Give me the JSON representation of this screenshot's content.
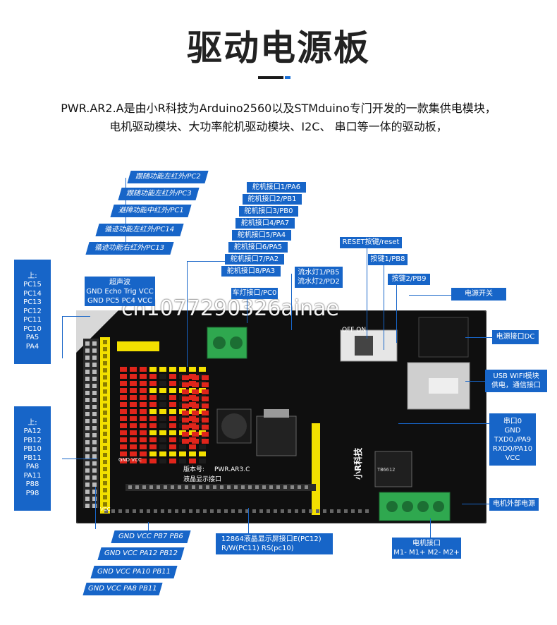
{
  "title": "驱动电源板",
  "description": [
    "PWR.AR2.A是由小R科技为Arduino2560以及STMduino专门开发的一款集供电模块，",
    "电机驱动模块、大功率舵机驱动模块、I2C、 串口等一体的驱动板，"
  ],
  "watermark": "cn1077290326ainae",
  "sensor_labels": [
    "跟随功能左红外/PC2",
    "跟随功能左红外/PC3",
    "避障功能中红外/PC1",
    "循迹功能左红外/PC14",
    "循迹功能右红外/PC13"
  ],
  "servo_labels": [
    "舵机接口1/PA6",
    "舵机接口2/PB1",
    "舵机接口3/PB0",
    "舵机接口4/PA7",
    "舵机接口5/PA4",
    "舵机接口6/PA5",
    "舵机接口7/PA2",
    "舵机接口8/PA3"
  ],
  "left_block_top": [
    "上:",
    "PC15",
    "PC14",
    "PC13",
    "PC12",
    "PC11",
    "PC10",
    "PA5",
    "PA4"
  ],
  "left_block_bottom": [
    "上:",
    "PA12",
    "PB12",
    "PB10",
    "PB11",
    "PA8",
    "PA11",
    "P88",
    "P98"
  ],
  "ultrasonic": [
    "超声波",
    "GND Echo Trig  VCC",
    "GND PC5 PC4 VCC"
  ],
  "car_light": "车灯接口/PC0",
  "flow_lights": [
    "流水灯1/PB5",
    "流水灯2/PD2"
  ],
  "reset_button": "RESET按键/reset",
  "key1": "按键1/PB8",
  "key2": "按键2/PB9",
  "power_switch": "电源开关",
  "power_dc": "电源接口DC",
  "usb_wifi": [
    "USB WIFI模块",
    "供电，通信接口"
  ],
  "serial_port": [
    "串口0",
    "GND",
    "TXD0./PA9",
    "RXD0/PA10",
    "VCC"
  ],
  "motor_power": "电机外部电源",
  "motor_port": [
    "电机接口",
    "M1- M1+ M2- M2+"
  ],
  "lcd_port": [
    "12864液晶显示屏接口E(PC12)",
    "R/W(PC11) RS(pc10)"
  ],
  "i2c_labels": [
    "GND VCC PB7 PB6",
    "GND VCC PA12  PB12",
    "GND VCC PA10 PB11",
    "GND VCC PA8 PB11"
  ],
  "board_texts": {
    "version": "版本号:",
    "version_code": "PWR.AR3.C",
    "lcd_label": "液晶显示接口",
    "switch_text": "OFF ON",
    "brand": "小R科技",
    "ic_text": "TB6612",
    "vcc": "VCC",
    "gnd_vcc": "GND VCC"
  },
  "colors": {
    "accent": "#1765c8",
    "board": "#111111",
    "header_yellow": "#f3e000",
    "header_red": "#e0251b",
    "terminal_green": "#2fa84f"
  }
}
